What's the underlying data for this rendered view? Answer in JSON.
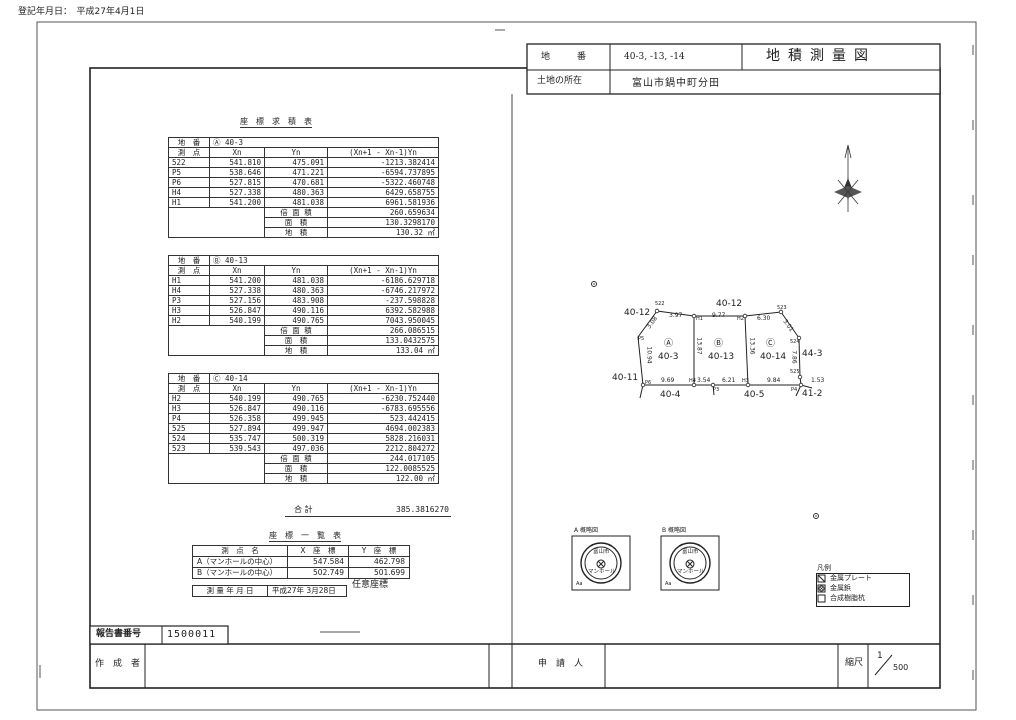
{
  "registration": "登記年月日：　平成27年4月1日",
  "header": {
    "chiban_label": "地　　　番",
    "chiban_value": "40-3, -13, -14",
    "title": "地積測量図",
    "location_label": "土地の所在",
    "location_value": "富山市鍋中町分田"
  },
  "area_table": {
    "title": "座　標　求　積　表",
    "col_xn": "Xn",
    "col_yn": "Yn",
    "col_formula": "(Xn+1 - Xn-1)Yn",
    "point_label": "測　点",
    "lot_label": "地　番",
    "double_area_label": "倍 面 積",
    "area_label": "面　積",
    "land_area_label": "地　積",
    "sqm": "㎡",
    "total_label": "合 計",
    "total_value": "385.3816270",
    "lots": [
      {
        "mark": "Ⓐ",
        "lot": "40-3",
        "rows": [
          [
            "522",
            "541.810",
            "475.091",
            "-1213.382414"
          ],
          [
            "P5",
            "538.646",
            "471.221",
            "-6594.737895"
          ],
          [
            "P6",
            "527.815",
            "470.681",
            "-5322.460748"
          ],
          [
            "H4",
            "527.338",
            "480.363",
            "6429.658755"
          ],
          [
            "H1",
            "541.200",
            "481.038",
            "6961.581936"
          ]
        ],
        "double_area": "260.659634",
        "area": "130.3298170",
        "land_area": "130.32"
      },
      {
        "mark": "Ⓑ",
        "lot": "40-13",
        "rows": [
          [
            "H1",
            "541.200",
            "481.038",
            "-6186.629718"
          ],
          [
            "H4",
            "527.338",
            "480.363",
            "-6746.217972"
          ],
          [
            "P3",
            "527.156",
            "483.908",
            "-237.598828"
          ],
          [
            "H3",
            "526.847",
            "490.116",
            "6392.582988"
          ],
          [
            "H2",
            "540.199",
            "490.765",
            "7043.950045"
          ]
        ],
        "double_area": "266.086515",
        "area": "133.0432575",
        "land_area": "133.04"
      },
      {
        "mark": "Ⓒ",
        "lot": "40-14",
        "rows": [
          [
            "H2",
            "540.199",
            "490.765",
            "-6230.752440"
          ],
          [
            "H3",
            "526.847",
            "490.116",
            "-6783.695556"
          ],
          [
            "P4",
            "526.358",
            "499.945",
            "523.442415"
          ],
          [
            "525",
            "527.894",
            "499.947",
            "4694.002383"
          ],
          [
            "524",
            "535.747",
            "500.319",
            "5828.216031"
          ],
          [
            "523",
            "539.543",
            "497.036",
            "2212.804272"
          ]
        ],
        "double_area": "244.017105",
        "area": "122.0085525",
        "land_area": "122.00"
      }
    ]
  },
  "coord_table": {
    "title": "座　標　一　覧　表",
    "col_point": "測　点　名",
    "col_x": "X　座　標",
    "col_y": "Y　座　標",
    "rows": [
      [
        "A（マンホールの中心）",
        "547.584",
        "462.798"
      ],
      [
        "B（マンホールの中心）",
        "502.749",
        "501.699"
      ]
    ],
    "note": "任意座標",
    "survey_date_label": "測 量 年 月 日",
    "survey_date_value": "平成27年 3月28日"
  },
  "report": {
    "label": "報告書番号",
    "value": "1500011"
  },
  "footer": {
    "creator_label": "作　成　者",
    "applicant_label": "申　請　人",
    "scale_label": "縮尺",
    "scale_numerator": "1",
    "scale_denominator": "500"
  },
  "map": {
    "labels": {
      "l4012a": "40-12",
      "l4012b": "40-12",
      "l4011": "40-11",
      "l404": "40-4",
      "l405": "40-5",
      "l443": "44-3",
      "l412": "41-2",
      "lotA": "40-3",
      "lotB": "40-13",
      "lotC": "40-14",
      "mA": "Ⓐ",
      "mB": "Ⓑ",
      "mC": "Ⓒ"
    },
    "dims": [
      "3.97",
      "9.77",
      "6.30",
      "3.08",
      "3.01",
      "10.94",
      "13.87",
      "13.36",
      "7.86",
      "9.69",
      "3.54",
      "6.21",
      "9.84",
      "1.53"
    ],
    "points": [
      "522",
      "H1",
      "H2",
      "523",
      "524",
      "525",
      "P4",
      "P3",
      "P5",
      "P6",
      "H4",
      "H3"
    ]
  },
  "manholes": [
    {
      "title": "A 概略図",
      "city": "富山市",
      "text": "マンホール",
      "mark": "Aa"
    },
    {
      "title": "B 概略図",
      "city": "富山市",
      "text": "マンホール",
      "mark": "Aa"
    }
  ],
  "legend": {
    "title": "凡例",
    "items": [
      "金属プレート",
      "金属鋲",
      "合成樹脂杭"
    ]
  }
}
